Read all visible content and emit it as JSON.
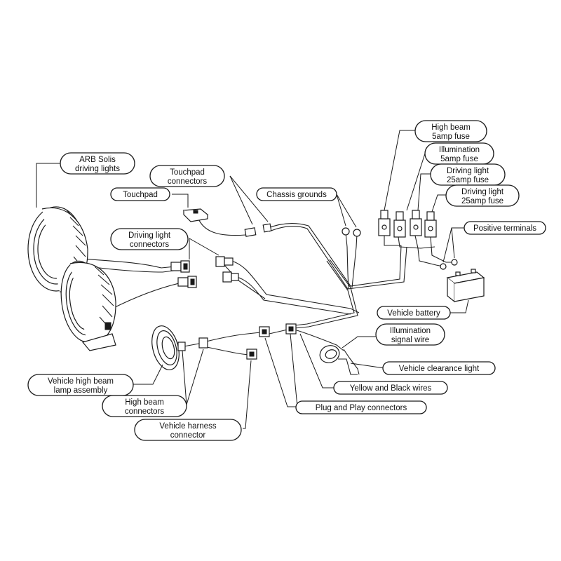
{
  "labels": {
    "arb_lights": [
      "ARB Solis",
      "driving lights"
    ],
    "touchpad_connectors": [
      "Touchpad",
      "connectors"
    ],
    "touchpad": [
      "Touchpad"
    ],
    "driving_light_connectors": [
      "Driving light",
      "connectors"
    ],
    "chassis_grounds": [
      "Chassis grounds"
    ],
    "high_beam_fuse": [
      "High beam",
      "5amp fuse"
    ],
    "illumination_fuse": [
      "Illumination",
      "5amp fuse"
    ],
    "driving_fuse_1": [
      "Driving light",
      "25amp fuse"
    ],
    "driving_fuse_2": [
      "Driving light",
      "25amp fuse"
    ],
    "positive_terminals": [
      "Positive terminals"
    ],
    "vehicle_battery": [
      "Vehicle battery"
    ],
    "illumination_signal": [
      "Illumination",
      "signal wire"
    ],
    "clearance_light": [
      "Vehicle clearance light"
    ],
    "yellow_black": [
      "Yellow and Black wires"
    ],
    "plug_play": [
      "Plug and Play connectors"
    ],
    "high_beam_lamp": [
      "Vehicle high beam",
      "lamp assembly"
    ],
    "high_beam_connectors": [
      "High beam",
      "connectors"
    ],
    "harness_connector": [
      "Vehicle harness",
      "connector"
    ]
  },
  "colors": {
    "line": "#1a1a1a",
    "background": "#ffffff"
  }
}
